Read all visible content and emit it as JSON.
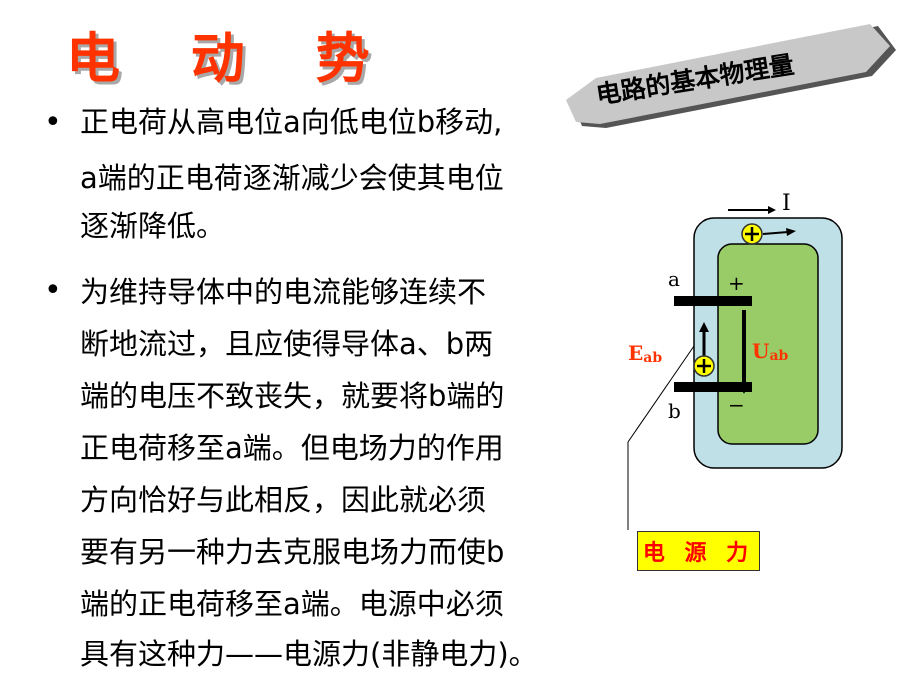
{
  "title": "电 动 势",
  "badge": {
    "label": "电路的基本物理量"
  },
  "bullets": [
    {
      "lines": [
        "正电荷从高电位a向低电位b移动,",
        "a端的正电荷逐渐减少会使其电位",
        "逐渐降低。"
      ]
    },
    {
      "lines": [
        " 为维持导体中的电流能够连续不",
        "断地流过，且应使得导体a、b两",
        "端的电压不致丧失，就要将b端的",
        "正电荷移至a端。但电场力的作用",
        "方向恰好与此相反，因此就必须",
        "要有另一种力去克服电场力而使b",
        "端的正电荷移至a端。电源中必须",
        "具有这种力——电源力(非静电力)。"
      ]
    }
  ],
  "diagram": {
    "current_label": "I",
    "terminal_a": "a",
    "terminal_b": "b",
    "plus_sign": "+",
    "minus_sign": "−",
    "emf_label": "E",
    "emf_sub": "ab",
    "voltage_label": "U",
    "voltage_sub": "ab",
    "colors": {
      "outer": "#bfe0e6",
      "inner": "#99cc66",
      "label_red": "#ff3300",
      "charge": "#ffff00"
    }
  },
  "source_force_label": "电 源 力"
}
